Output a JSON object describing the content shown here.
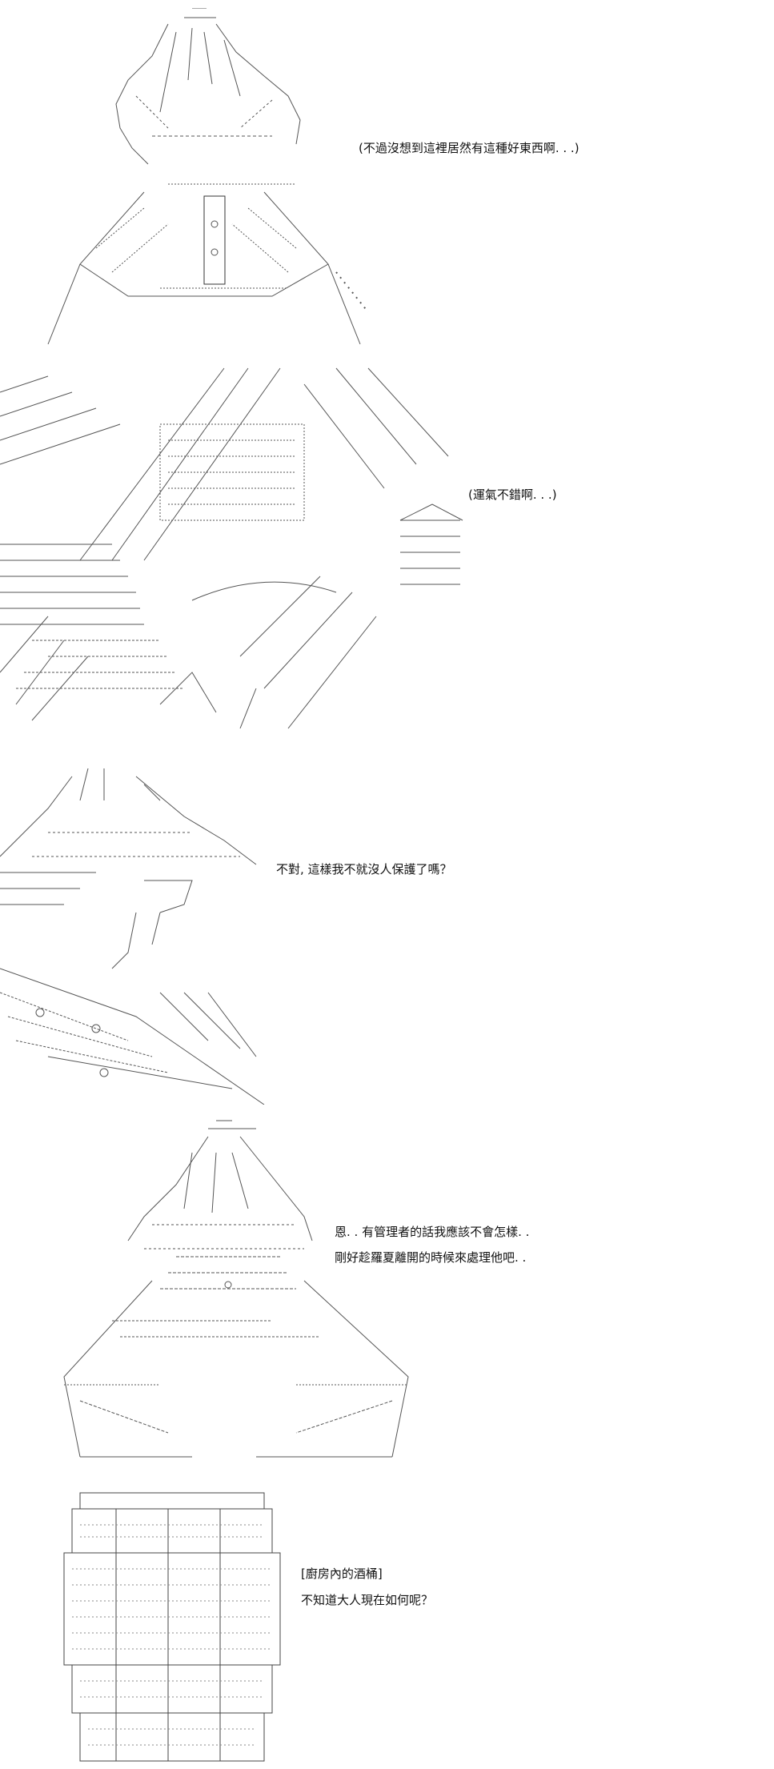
{
  "panels": [
    {
      "lines": [
        "(不過沒想到這裡居然有這種好東西啊. . .)"
      ]
    },
    {
      "lines": [
        "(運氣不錯啊. . .)"
      ]
    },
    {
      "lines": [
        "不對, 這樣我不就沒人保護了嗎？"
      ]
    },
    {
      "lines": [
        "恩. . 有管理者的話我應該不會怎樣. .",
        "剛好趁羅夏離開的時候來處理他吧. ."
      ]
    },
    {
      "lines": [
        "[廚房內的酒桶]",
        "不知道大人現在如何呢？"
      ]
    }
  ]
}
